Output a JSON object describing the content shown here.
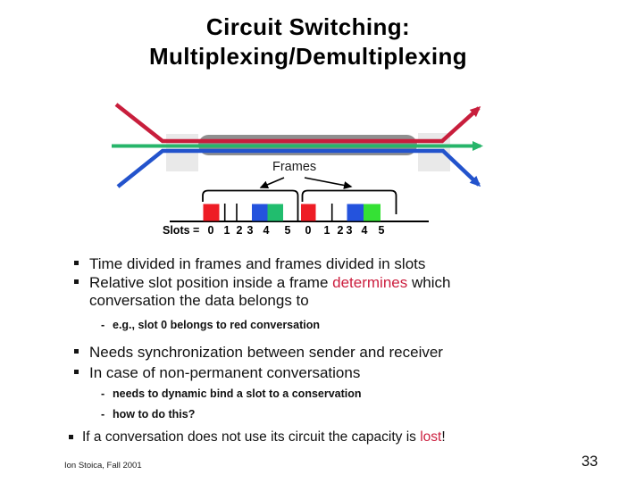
{
  "slide": {
    "title_line1": "Circuit Switching:",
    "title_line2": "Multiplexing/Demultiplexing"
  },
  "diagram": {
    "frames_label": "Frames",
    "slots_label": "Slots =",
    "slot_numbers": [
      "0",
      "1",
      "2",
      "3",
      "4",
      "5",
      "0",
      "1",
      "2",
      "3",
      "4",
      "5"
    ],
    "frames": [
      {
        "slots": {
          "0": "red",
          "3": "blue",
          "4": "green"
        }
      },
      {
        "slots": {
          "0": "red",
          "3": "blue",
          "4": "green"
        }
      }
    ],
    "colors": {
      "red_line": "#c81e3c",
      "green_line": "#27b56a",
      "blue_line": "#2353cc",
      "red_slot": "#ee1c25",
      "blue_slot": "#2453dd",
      "green_slot_frame1": "#21bd6e",
      "green_slot_frame2": "#35e135",
      "link_pipe_gray": "#8f8f8f",
      "switch_box_gray": "#e9e9e9"
    }
  },
  "bullets": [
    {
      "text": "Time divided in frames and frames divided in slots"
    },
    {
      "pre": "Relative slot position inside a frame ",
      "em": "determines",
      "post": " which",
      "line2": "conversation the data belongs to",
      "em_color": "#cc1f3f"
    },
    {
      "dash": "-",
      "text": "e.g., slot 0 belongs to red conversation"
    },
    {
      "text": "Needs synchronization between sender and receiver"
    },
    {
      "text": "In case of non-permanent conversations"
    },
    {
      "dash": "-",
      "text": "needs to dynamic bind a slot to a conservation"
    },
    {
      "dash": "-",
      "text": "how to do this?"
    },
    {
      "pre": "If a conversation does not use its circuit the capacity is ",
      "em": "lost",
      "post": "!",
      "em_color": "#cc1f3f"
    }
  ],
  "footer": {
    "credit": "Ion Stoica, Fall 2001",
    "page_number": "33"
  },
  "accent_colors": {
    "title_bar_gradient": [
      "#46596d",
      "#6b89a8",
      "#9dbfe0",
      "#eef4fa"
    ]
  }
}
